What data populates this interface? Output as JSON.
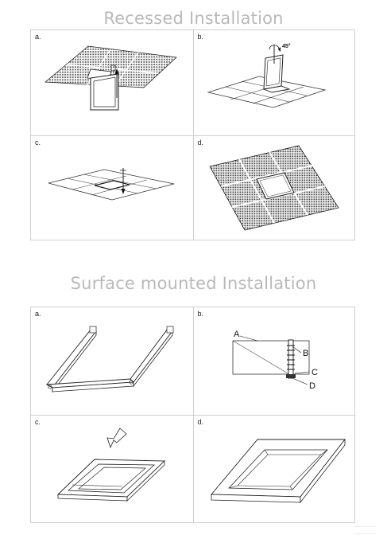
{
  "sections": [
    {
      "title": "Recessed Installation",
      "panels": [
        {
          "label": "a.",
          "angle_label": ""
        },
        {
          "label": "b.",
          "angle_label": "45°"
        },
        {
          "label": "c."
        },
        {
          "label": "d."
        }
      ]
    },
    {
      "title": "Surface mounted Installation",
      "panels": [
        {
          "label": "a."
        },
        {
          "label": "b.",
          "callouts": [
            "A",
            "B",
            "C",
            "D"
          ]
        },
        {
          "label": "c."
        },
        {
          "label": "d."
        }
      ]
    }
  ]
}
